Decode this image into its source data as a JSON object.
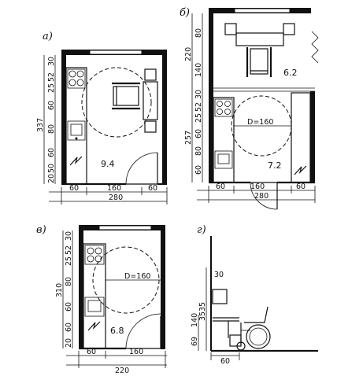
{
  "panels": {
    "a": {
      "label": "а)",
      "area": "9.4",
      "dims_horizontal": [
        "60",
        "160",
        "60"
      ],
      "total_width": "280",
      "total_height": "337",
      "dims_vertical": [
        "30",
        "52",
        "25",
        "60",
        "80",
        "60",
        "50",
        "20"
      ]
    },
    "b": {
      "label": "б)",
      "area_upper": "6.2",
      "area_lower": "7.2",
      "circle_label": "D=160",
      "dims_horizontal": [
        "60",
        "160",
        "60"
      ],
      "total_width": "280",
      "height_upper": "220",
      "height_lower": "257",
      "dims_vertical_upper": [
        "80",
        "140"
      ],
      "dims_vertical_lower": [
        "30",
        "52",
        "25",
        "60",
        "80",
        "60"
      ]
    },
    "v": {
      "label": "в)",
      "area": "6.8",
      "circle_label": "D=160",
      "dims_horizontal": [
        "60",
        "160"
      ],
      "total_width": "220",
      "total_height": "310",
      "dims_vertical": [
        "30",
        "52",
        "25",
        "80",
        "60",
        "60",
        "20"
      ]
    },
    "g": {
      "label": "г)",
      "dims_vertical": [
        "30",
        "35",
        "35",
        "140",
        "69"
      ],
      "dim_horizontal": "60"
    }
  }
}
